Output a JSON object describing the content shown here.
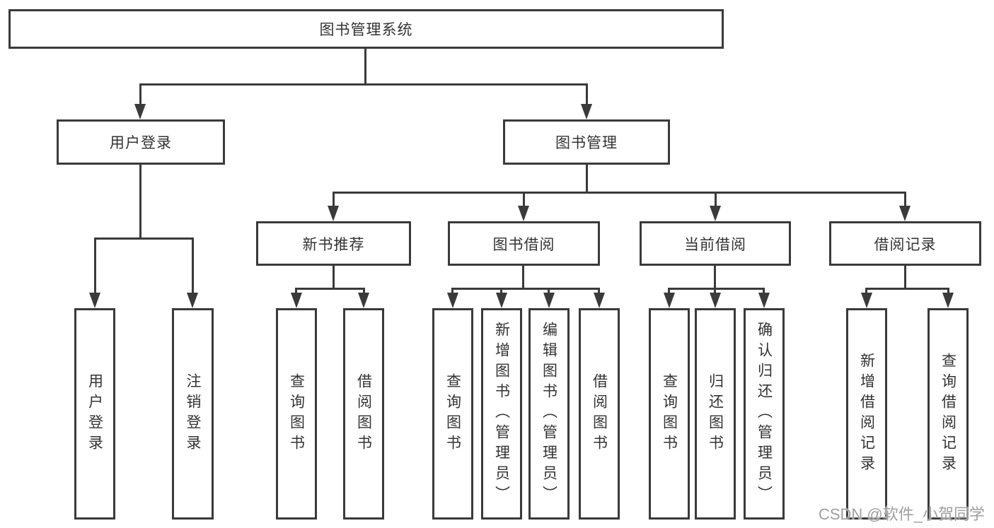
{
  "tree": {
    "root": {
      "label": "图书管理系统"
    },
    "children": [
      {
        "label": "用户登录",
        "children": [
          {
            "label": "用户登录"
          },
          {
            "label": "注销登录"
          }
        ]
      },
      {
        "label": "图书管理",
        "children": [
          {
            "label": "新书推荐",
            "children": [
              {
                "label": "查询图书"
              },
              {
                "label": "借阅图书"
              }
            ]
          },
          {
            "label": "图书借阅",
            "children": [
              {
                "label": "查询图书"
              },
              {
                "label": "新增图书（管理员）"
              },
              {
                "label": "编辑图书（管理员）"
              },
              {
                "label": "借阅图书"
              }
            ]
          },
          {
            "label": "当前借阅",
            "children": [
              {
                "label": "查询图书"
              },
              {
                "label": "归还图书"
              },
              {
                "label": "确认归还（管理员）"
              }
            ]
          },
          {
            "label": "借阅记录",
            "children": [
              {
                "label": "新增借阅记录"
              },
              {
                "label": "查询借阅记录"
              }
            ]
          }
        ]
      }
    ]
  },
  "watermark": {
    "text": "CSDN @软件_小贺同学"
  },
  "colors": {
    "line": "#3a3a3a",
    "text": "#333333",
    "watermark": "#9e9e9e",
    "background": "#ffffff"
  }
}
